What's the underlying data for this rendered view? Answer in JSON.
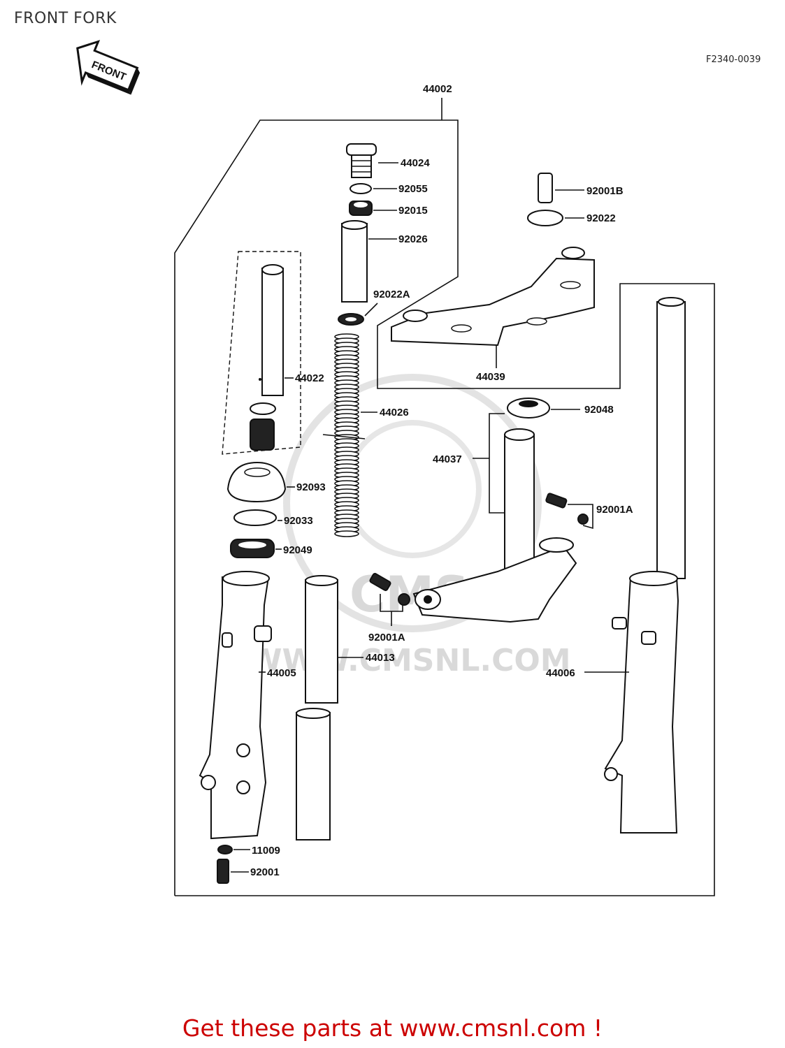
{
  "title": "FRONT FORK",
  "diagram_ref": "F2340-0039",
  "front_arrow_label": "FRONT",
  "watermark": "WWW.CMSNL.COM",
  "watermark_logo": "CMS",
  "footer_link": "Get these parts at www.cmsnl.com !",
  "callouts": {
    "c44002": "44002",
    "c44024": "44024",
    "c92055": "92055",
    "c92015": "92015",
    "c92026": "92026",
    "c92022A": "92022A",
    "c44022": "44022",
    "c44026": "44026",
    "c92093": "92093",
    "c92033": "92033",
    "c92049": "92049",
    "c44005": "44005",
    "c44013": "44013",
    "c11009": "11009",
    "c92001": "92001",
    "c92001A_a": "92001A",
    "c92001A_b": "92001A",
    "c92001B": "92001B",
    "c92022": "92022",
    "c44039": "44039",
    "c92048": "92048",
    "c44037": "44037",
    "c44006": "44006"
  },
  "colors": {
    "footer": "#cc0000",
    "watermark": "#d9d9d9",
    "line": "#111111"
  }
}
